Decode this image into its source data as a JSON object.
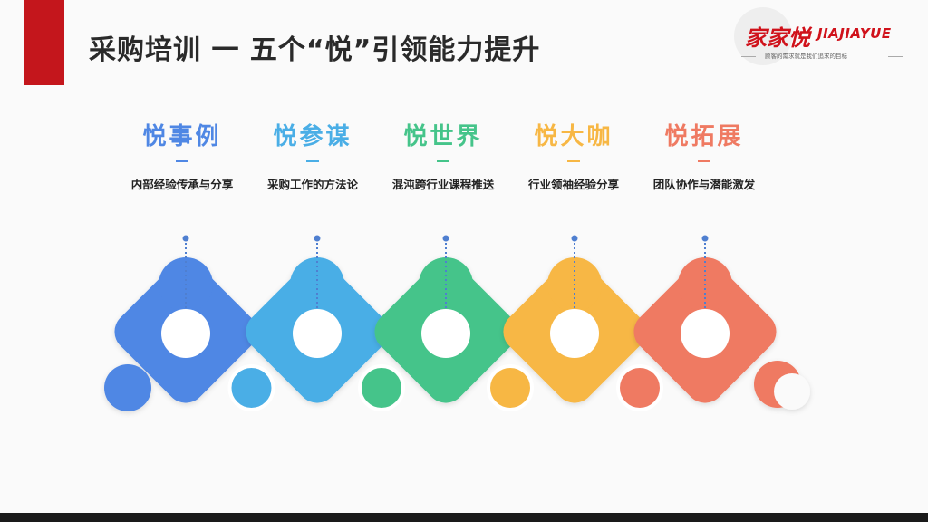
{
  "header": {
    "title": "采购培训 一 五个“悦”引领能力提升",
    "accent_color": "#c4161c"
  },
  "logo": {
    "name_cn": "家家悦",
    "name_en": "JIAJIAYUE",
    "slogan": "顾客的需求就是我们追求的目标",
    "color": "#d0121b"
  },
  "items": [
    {
      "title": "悦事例",
      "desc": "内部经验传承与分享",
      "color": "#4f87e4"
    },
    {
      "title": "悦参谋",
      "desc": "采购工作的方法论",
      "color": "#4aaee6"
    },
    {
      "title": "悦世界",
      "desc": "混沌跨行业课程推送",
      "color": "#45c48a"
    },
    {
      "title": "悦大咖",
      "desc": "行业领袖经验分享",
      "color": "#f7b744"
    },
    {
      "title": "悦拓展",
      "desc": "团队协作与潜能激发",
      "color": "#ef7a62"
    }
  ],
  "connector_color": "#4f7fd0"
}
